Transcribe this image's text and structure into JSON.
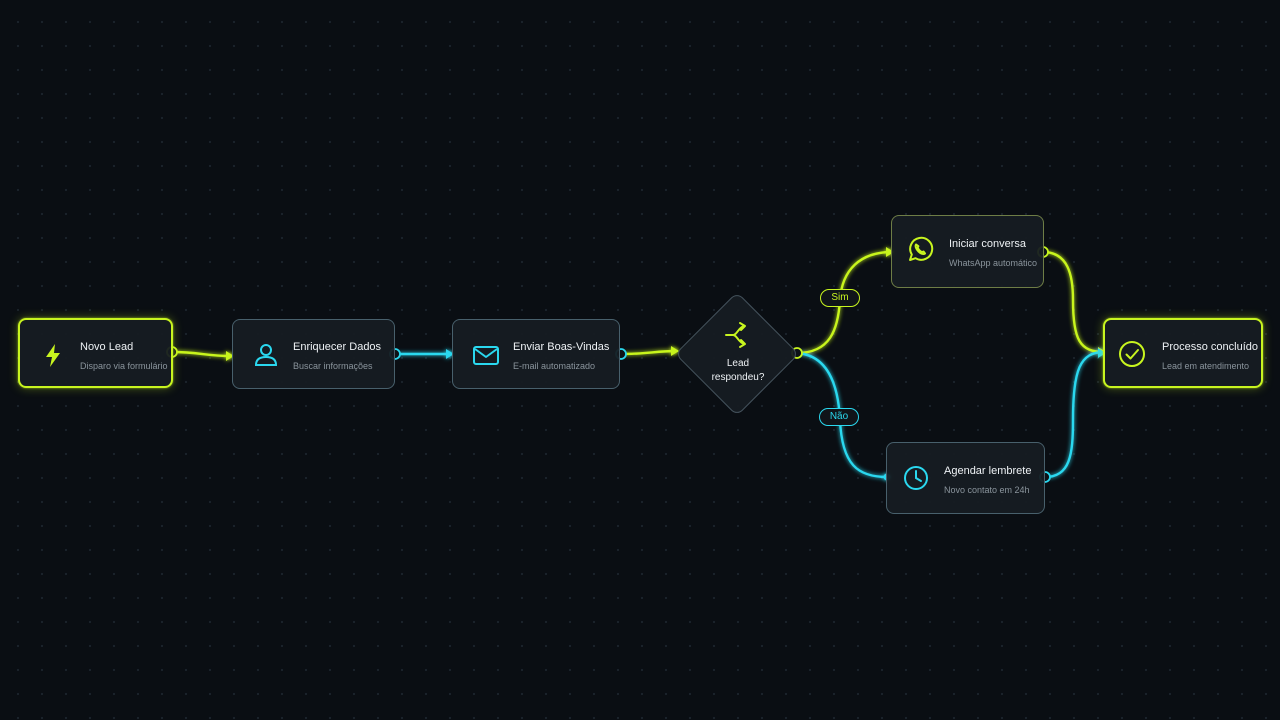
{
  "colors": {
    "lime": "#c8f51f",
    "cyan": "#2ad8ef",
    "background": "#0a0e13"
  },
  "nodes": {
    "novo_lead": {
      "title": "Novo Lead",
      "subtitle": "Disparo via formulário",
      "icon": "lightning-icon"
    },
    "enriquecer": {
      "title": "Enriquecer Dados",
      "subtitle": "Buscar informações",
      "icon": "user-icon"
    },
    "boas_vindas": {
      "title": "Enviar Boas-Vindas",
      "subtitle": "E-mail automatizado",
      "icon": "mail-icon"
    },
    "decision": {
      "line1": "Lead",
      "line2": "respondeu?",
      "icon": "split-arrows-icon"
    },
    "whatsapp": {
      "title": "Iniciar conversa",
      "subtitle": "WhatsApp automático",
      "icon": "whatsapp-icon"
    },
    "lembrete": {
      "title": "Agendar lembrete",
      "subtitle": "Novo contato em 24h",
      "icon": "clock-icon"
    },
    "concluido": {
      "title": "Processo concluído",
      "subtitle": "Lead em atendimento",
      "icon": "check-circle-icon"
    }
  },
  "branches": {
    "yes": "Sim",
    "no": "Não"
  }
}
